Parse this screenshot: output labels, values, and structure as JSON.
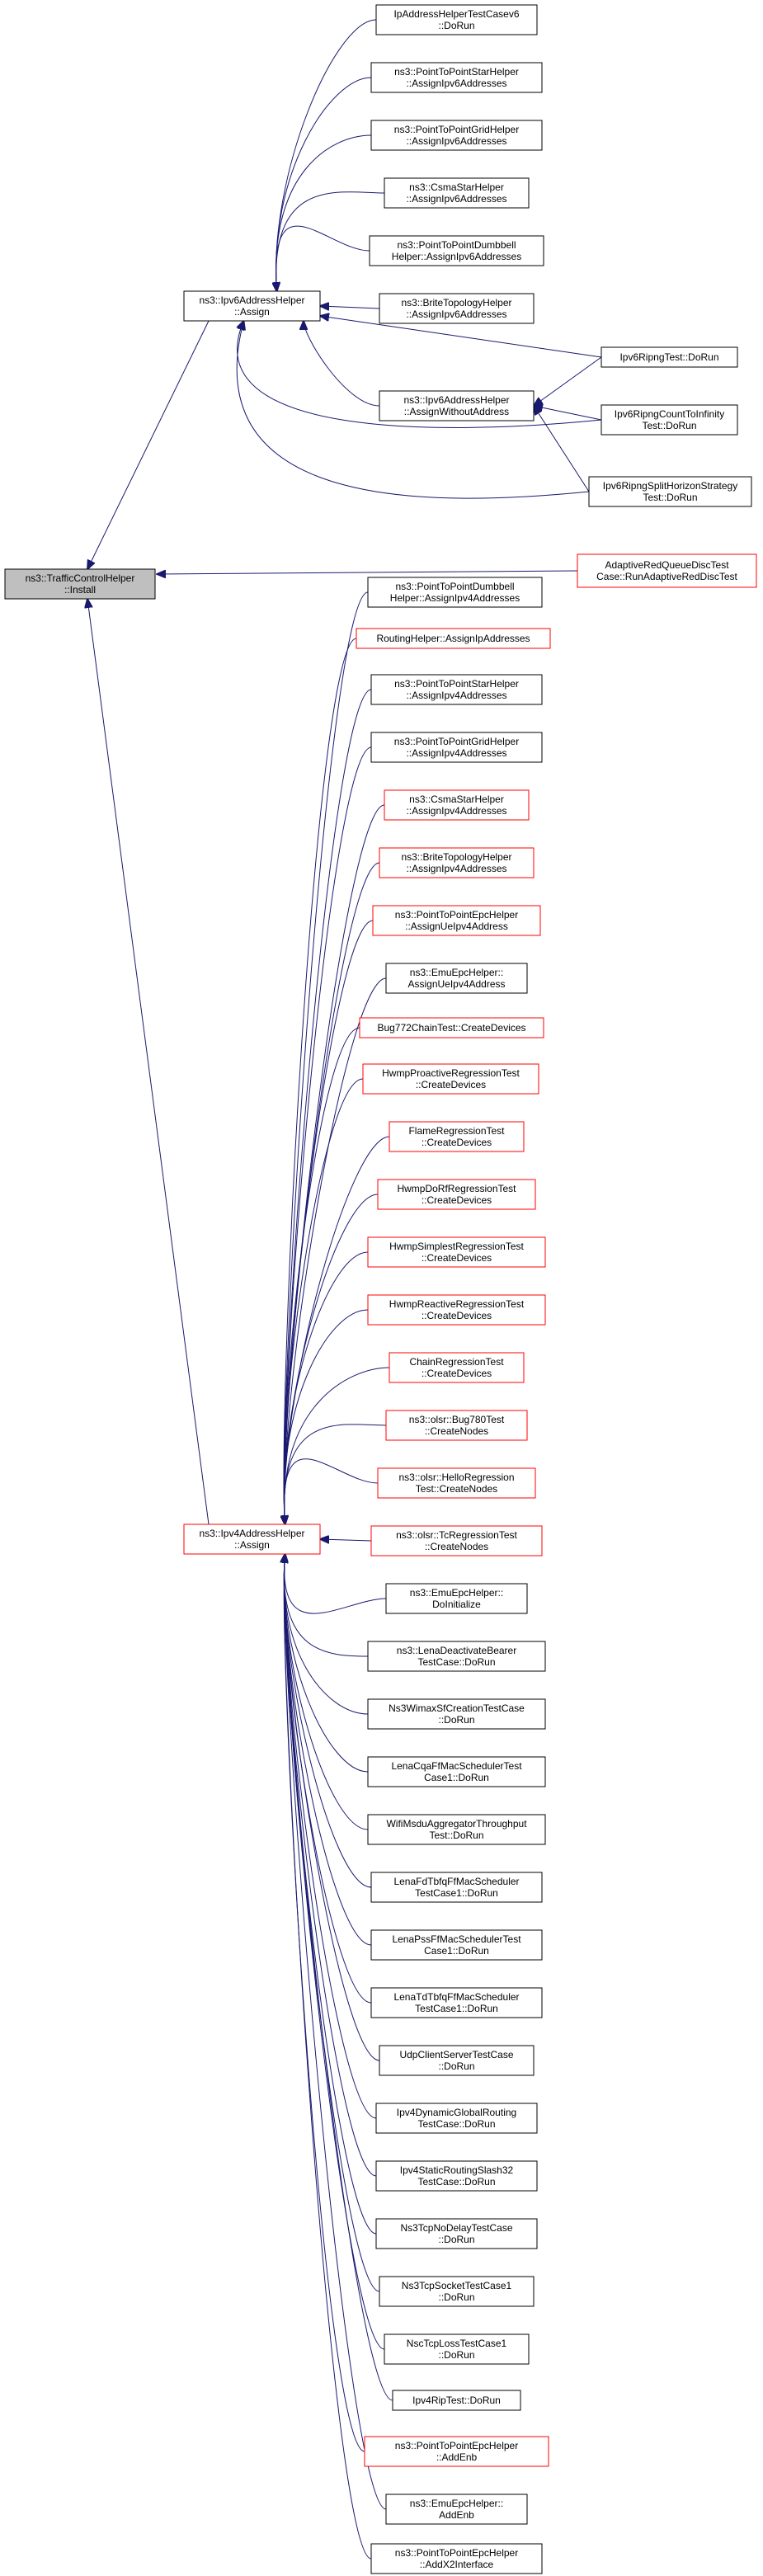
{
  "colors": {
    "edge": "#191970",
    "border_normal": "#000000",
    "border_red": "#ff0000",
    "fill_normal": "#ffffff",
    "fill_root": "#bfbfbf",
    "text": "#000000"
  },
  "nodes": [
    {
      "id": "root",
      "lines": [
        "ns3::TrafficControlHelper",
        "::Install"
      ],
      "border": "black",
      "fill": "gray"
    },
    {
      "id": "ipv6assign",
      "lines": [
        "ns3::Ipv6AddressHelper",
        "::Assign"
      ],
      "border": "black"
    },
    {
      "id": "ipv4assign",
      "lines": [
        "ns3::Ipv4AddressHelper",
        "::Assign"
      ],
      "border": "red"
    },
    {
      "id": "n_ipah6",
      "lines": [
        "IpAddressHelperTestCasev6",
        "::DoRun"
      ],
      "border": "black"
    },
    {
      "id": "n_ptpstar6",
      "lines": [
        "ns3::PointToPointStarHelper",
        "::AssignIpv6Addresses"
      ],
      "border": "black"
    },
    {
      "id": "n_ptpgrid6",
      "lines": [
        "ns3::PointToPointGridHelper",
        "::AssignIpv6Addresses"
      ],
      "border": "black"
    },
    {
      "id": "n_csma6",
      "lines": [
        "ns3::CsmaStarHelper",
        "::AssignIpv6Addresses"
      ],
      "border": "black"
    },
    {
      "id": "n_dumb6",
      "lines": [
        "ns3::PointToPointDumbbell",
        "Helper::AssignIpv6Addresses"
      ],
      "border": "black"
    },
    {
      "id": "n_brite6",
      "lines": [
        "ns3::BriteTopologyHelper",
        "::AssignIpv6Addresses"
      ],
      "border": "black"
    },
    {
      "id": "n_ripng",
      "lines": [
        "Ipv6RipngTest::DoRun"
      ],
      "border": "black"
    },
    {
      "id": "n_without",
      "lines": [
        "ns3::Ipv6AddressHelper",
        "::AssignWithoutAddress"
      ],
      "border": "black"
    },
    {
      "id": "n_count",
      "lines": [
        "Ipv6RipngCountToInfinity",
        "Test::DoRun"
      ],
      "border": "black"
    },
    {
      "id": "n_split",
      "lines": [
        "Ipv6RipngSplitHorizonStrategy",
        "Test::DoRun"
      ],
      "border": "black"
    },
    {
      "id": "n_adaptive",
      "lines": [
        "AdaptiveRedQueueDiscTest",
        "Case::RunAdaptiveRedDiscTest"
      ],
      "border": "red"
    },
    {
      "id": "n_dumb4",
      "lines": [
        "ns3::PointToPointDumbbell",
        "Helper::AssignIpv4Addresses"
      ],
      "border": "black"
    },
    {
      "id": "n_routing",
      "lines": [
        "RoutingHelper::AssignIpAddresses"
      ],
      "border": "red"
    },
    {
      "id": "n_ptpstar4",
      "lines": [
        "ns3::PointToPointStarHelper",
        "::AssignIpv4Addresses"
      ],
      "border": "black"
    },
    {
      "id": "n_ptpgrid4",
      "lines": [
        "ns3::PointToPointGridHelper",
        "::AssignIpv4Addresses"
      ],
      "border": "black"
    },
    {
      "id": "n_csma4",
      "lines": [
        "ns3::CsmaStarHelper",
        "::AssignIpv4Addresses"
      ],
      "border": "red"
    },
    {
      "id": "n_brite4",
      "lines": [
        "ns3::BriteTopologyHelper",
        "::AssignIpv4Addresses"
      ],
      "border": "red"
    },
    {
      "id": "n_epcue",
      "lines": [
        "ns3::PointToPointEpcHelper",
        "::AssignUeIpv4Address"
      ],
      "border": "red"
    },
    {
      "id": "n_emuue",
      "lines": [
        "ns3::EmuEpcHelper::",
        "AssignUeIpv4Address"
      ],
      "border": "black"
    },
    {
      "id": "n_bug772",
      "lines": [
        "Bug772ChainTest::CreateDevices"
      ],
      "border": "red"
    },
    {
      "id": "n_hwmpproact",
      "lines": [
        "HwmpProactiveRegressionTest",
        "::CreateDevices"
      ],
      "border": "red"
    },
    {
      "id": "n_flame",
      "lines": [
        "FlameRegressionTest",
        "::CreateDevices"
      ],
      "border": "red"
    },
    {
      "id": "n_hwmpdorf",
      "lines": [
        "HwmpDoRfRegressionTest",
        "::CreateDevices"
      ],
      "border": "red"
    },
    {
      "id": "n_hwmpsimplest",
      "lines": [
        "HwmpSimplestRegressionTest",
        "::CreateDevices"
      ],
      "border": "red"
    },
    {
      "id": "n_hwmpreact",
      "lines": [
        "HwmpReactiveRegressionTest",
        "::CreateDevices"
      ],
      "border": "red"
    },
    {
      "id": "n_chain",
      "lines": [
        "ChainRegressionTest",
        "::CreateDevices"
      ],
      "border": "red"
    },
    {
      "id": "n_bug780",
      "lines": [
        "ns3::olsr::Bug780Test",
        "::CreateNodes"
      ],
      "border": "red"
    },
    {
      "id": "n_hello",
      "lines": [
        "ns3::olsr::HelloRegression",
        "Test::CreateNodes"
      ],
      "border": "red"
    },
    {
      "id": "n_tc",
      "lines": [
        "ns3::olsr::TcRegressionTest",
        "::CreateNodes"
      ],
      "border": "red"
    },
    {
      "id": "n_emuinit",
      "lines": [
        "ns3::EmuEpcHelper::",
        "DoInitialize"
      ],
      "border": "black"
    },
    {
      "id": "n_lenadeact",
      "lines": [
        "ns3::LenaDeactivateBearer",
        "TestCase::DoRun"
      ],
      "border": "black"
    },
    {
      "id": "n_wimax",
      "lines": [
        "Ns3WimaxSfCreationTestCase",
        "::DoRun"
      ],
      "border": "black"
    },
    {
      "id": "n_cqa",
      "lines": [
        "LenaCqaFfMacSchedulerTest",
        "Case1::DoRun"
      ],
      "border": "black"
    },
    {
      "id": "n_wifimsdu",
      "lines": [
        "WifiMsduAggregatorThroughput",
        "Test::DoRun"
      ],
      "border": "black"
    },
    {
      "id": "n_fdtbfq",
      "lines": [
        "LenaFdTbfqFfMacScheduler",
        "TestCase1::DoRun"
      ],
      "border": "black"
    },
    {
      "id": "n_pss",
      "lines": [
        "LenaPssFfMacSchedulerTest",
        "Case1::DoRun"
      ],
      "border": "black"
    },
    {
      "id": "n_tdtbfq",
      "lines": [
        "LenaTdTbfqFfMacScheduler",
        "TestCase1::DoRun"
      ],
      "border": "black"
    },
    {
      "id": "n_udp",
      "lines": [
        "UdpClientServerTestCase",
        "::DoRun"
      ],
      "border": "black"
    },
    {
      "id": "n_dynglobal",
      "lines": [
        "Ipv4DynamicGlobalRouting",
        "TestCase::DoRun"
      ],
      "border": "black"
    },
    {
      "id": "n_slash32",
      "lines": [
        "Ipv4StaticRoutingSlash32",
        "TestCase::DoRun"
      ],
      "border": "black"
    },
    {
      "id": "n_tcpnodelay",
      "lines": [
        "Ns3TcpNoDelayTestCase",
        "::DoRun"
      ],
      "border": "black"
    },
    {
      "id": "n_tcpsocket",
      "lines": [
        "Ns3TcpSocketTestCase1",
        "::DoRun"
      ],
      "border": "black"
    },
    {
      "id": "n_nsctcploss",
      "lines": [
        "NscTcpLossTestCase1",
        "::DoRun"
      ],
      "border": "black"
    },
    {
      "id": "n_rip4",
      "lines": [
        "Ipv4RipTest::DoRun"
      ],
      "border": "black"
    },
    {
      "id": "n_epcaddenb",
      "lines": [
        "ns3::PointToPointEpcHelper",
        "::AddEnb"
      ],
      "border": "red"
    },
    {
      "id": "n_emuaddenb",
      "lines": [
        "ns3::EmuEpcHelper::",
        "AddEnb"
      ],
      "border": "black"
    },
    {
      "id": "n_x2",
      "lines": [
        "ns3::PointToPointEpcHelper",
        "::AddX2Interface"
      ],
      "border": "black"
    }
  ],
  "edges": [
    [
      "ipv6assign",
      "root"
    ],
    [
      "ipv4assign",
      "root"
    ],
    [
      "n_adaptive",
      "root"
    ],
    [
      "n_ipah6",
      "ipv6assign"
    ],
    [
      "n_ptpstar6",
      "ipv6assign"
    ],
    [
      "n_ptpgrid6",
      "ipv6assign"
    ],
    [
      "n_csma6",
      "ipv6assign"
    ],
    [
      "n_dumb6",
      "ipv6assign"
    ],
    [
      "n_brite6",
      "ipv6assign"
    ],
    [
      "n_ripng",
      "ipv6assign"
    ],
    [
      "n_without",
      "ipv6assign"
    ],
    [
      "n_count",
      "ipv6assign"
    ],
    [
      "n_split",
      "ipv6assign"
    ],
    [
      "n_ripng",
      "n_without"
    ],
    [
      "n_count",
      "n_without"
    ],
    [
      "n_split",
      "n_without"
    ],
    [
      "n_dumb4",
      "ipv4assign"
    ],
    [
      "n_routing",
      "ipv4assign"
    ],
    [
      "n_ptpstar4",
      "ipv4assign"
    ],
    [
      "n_ptpgrid4",
      "ipv4assign"
    ],
    [
      "n_csma4",
      "ipv4assign"
    ],
    [
      "n_brite4",
      "ipv4assign"
    ],
    [
      "n_epcue",
      "ipv4assign"
    ],
    [
      "n_emuue",
      "ipv4assign"
    ],
    [
      "n_bug772",
      "ipv4assign"
    ],
    [
      "n_hwmpproact",
      "ipv4assign"
    ],
    [
      "n_flame",
      "ipv4assign"
    ],
    [
      "n_hwmpdorf",
      "ipv4assign"
    ],
    [
      "n_hwmpsimplest",
      "ipv4assign"
    ],
    [
      "n_hwmpreact",
      "ipv4assign"
    ],
    [
      "n_chain",
      "ipv4assign"
    ],
    [
      "n_bug780",
      "ipv4assign"
    ],
    [
      "n_hello",
      "ipv4assign"
    ],
    [
      "n_tc",
      "ipv4assign"
    ],
    [
      "n_emuinit",
      "ipv4assign"
    ],
    [
      "n_lenadeact",
      "ipv4assign"
    ],
    [
      "n_wimax",
      "ipv4assign"
    ],
    [
      "n_cqa",
      "ipv4assign"
    ],
    [
      "n_wifimsdu",
      "ipv4assign"
    ],
    [
      "n_fdtbfq",
      "ipv4assign"
    ],
    [
      "n_pss",
      "ipv4assign"
    ],
    [
      "n_tdtbfq",
      "ipv4assign"
    ],
    [
      "n_udp",
      "ipv4assign"
    ],
    [
      "n_dynglobal",
      "ipv4assign"
    ],
    [
      "n_slash32",
      "ipv4assign"
    ],
    [
      "n_tcpnodelay",
      "ipv4assign"
    ],
    [
      "n_tcpsocket",
      "ipv4assign"
    ],
    [
      "n_nsctcploss",
      "ipv4assign"
    ],
    [
      "n_rip4",
      "ipv4assign"
    ],
    [
      "n_epcaddenb",
      "ipv4assign"
    ],
    [
      "n_emuaddenb",
      "ipv4assign"
    ],
    [
      "n_x2",
      "ipv4assign"
    ]
  ]
}
